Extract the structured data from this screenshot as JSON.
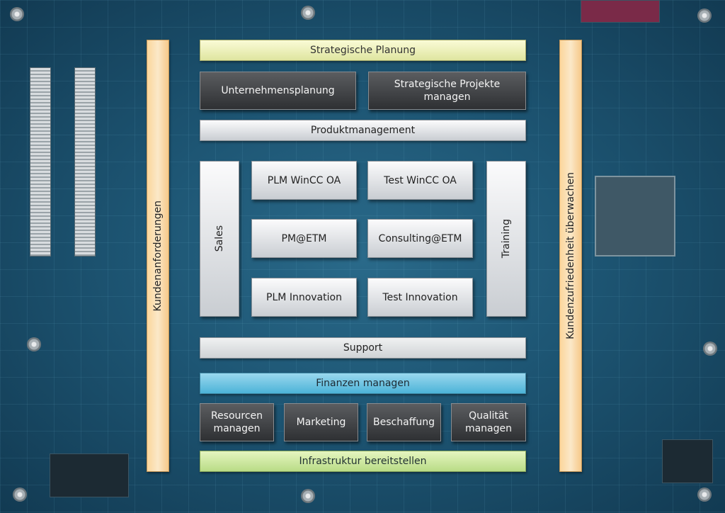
{
  "top": {
    "strategische_planung": "Strategische Planung"
  },
  "strategy": {
    "unternehmensplanung": "Unternehmensplanung",
    "projekte_line1": "Strategische Projekte",
    "projekte_line2": "managen"
  },
  "produktmanagement": "Produktmanagement",
  "side": {
    "sales": "Sales",
    "training": "Training"
  },
  "products": {
    "plm_wincc": "PLM WinCC OA",
    "test_wincc": "Test WinCC OA",
    "pm_etm": "PM@ETM",
    "consulting_etm": "Consulting@ETM",
    "plm_innovation": "PLM Innovation",
    "test_innovation": "Test Innovation"
  },
  "support": "Support",
  "finanzen": "Finanzen managen",
  "bottom": {
    "ressourcen_line1": "Resourcen",
    "ressourcen_line2": "managen",
    "marketing": "Marketing",
    "beschaffung": "Beschaffung",
    "qualitaet_line1": "Qualität",
    "qualitaet_line2": "managen"
  },
  "infrastruktur": "Infrastruktur bereitstellen",
  "pillars": {
    "left": "Kundenanforderungen",
    "right": "Kundenzufriedenheit überwachen"
  },
  "colors": {
    "background": "#1d5573",
    "yellow_bar": "#eef2b8",
    "blue_bar": "#6ec6e4",
    "green_bar": "#cfe9a2",
    "orange_pillar": "#fbe0b0"
  }
}
